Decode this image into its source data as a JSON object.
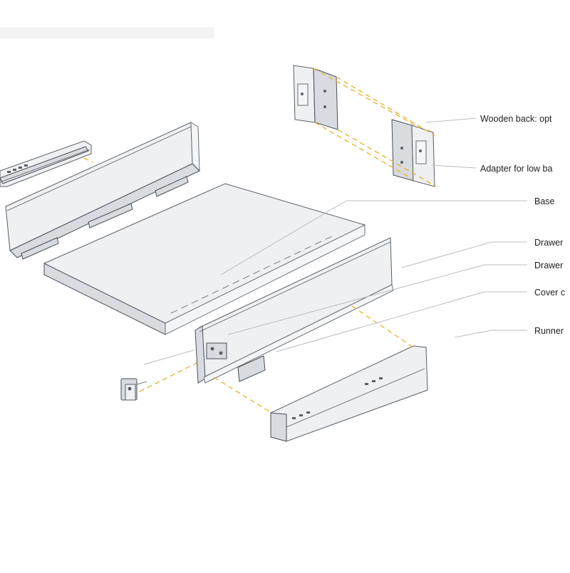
{
  "diagram": {
    "labels": [
      {
        "id": "wooden-back",
        "text": "Wooden back: opt"
      },
      {
        "id": "adapter-low-back",
        "text": "Adapter for low ba"
      },
      {
        "id": "base",
        "text": "Base"
      },
      {
        "id": "drawer-side-1",
        "text": "Drawer"
      },
      {
        "id": "drawer-side-2",
        "text": "Drawer"
      },
      {
        "id": "cover-cap",
        "text": "Cover c"
      },
      {
        "id": "runner",
        "text": "Runner"
      }
    ],
    "colors": {
      "guide": "#e8b12a",
      "leader": "#b9bcc0",
      "part_fill": "#eef0f2",
      "part_stroke": "#5a5f66",
      "text": "#222222"
    }
  }
}
